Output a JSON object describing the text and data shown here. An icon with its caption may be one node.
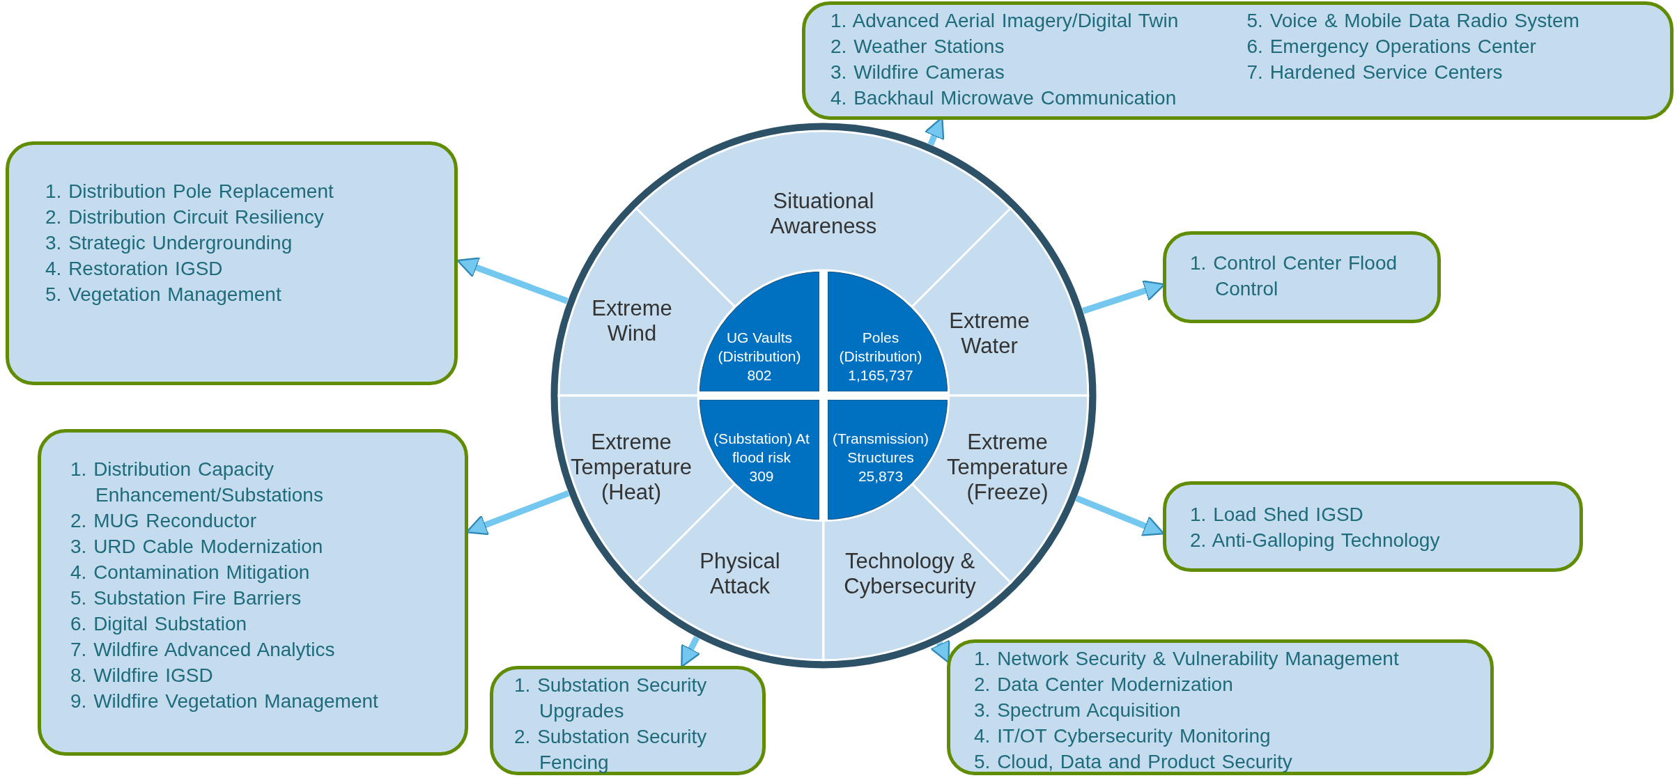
{
  "diagram": {
    "nodes": [
      {
        "text": [
          "1. Advanced Aerial Imagery/Digital Twin",
          "2. Weather Stations",
          "3. Wildfire Cameras",
          "4. Backhaul Microwave Communication",
          "5. Voice & Mobile Data Radio System",
          "6. Emergency Operations Center",
          "7. Hardened Service Centers"
        ]
      },
      {
        "text": [],
        "shape": "circle"
      },
      {
        "text": [
          "Situational Awareness"
        ],
        "in": 1
      },
      {
        "text": [
          "Extreme Wind"
        ],
        "in": 1
      },
      {
        "text": [
          "Extreme Water"
        ],
        "in": 1
      },
      {
        "text": [
          "Extreme Temperature (Heat)"
        ],
        "in": 1
      },
      {
        "text": [
          "Extreme Temperature (Freeze)"
        ],
        "in": 1
      },
      {
        "text": [
          "Physical Attack"
        ],
        "in": 1
      },
      {
        "text": [
          "Technology & Cybersecurity"
        ],
        "in": 1
      },
      {
        "text": [
          "UG Vaults (Distribution)",
          "802"
        ],
        "in": 1
      },
      {
        "text": [
          "Poles (Distribution)",
          "1,165,737"
        ],
        "in": 1
      },
      {
        "text": [
          "(Substation) At flood risk",
          "309"
        ],
        "in": 1
      },
      {
        "text": [
          "(Transmission) Structures",
          "25,873"
        ],
        "in": 1
      },
      {
        "text": [
          "1. Distribution Pole Replacement",
          "2. Distribution Circuit Resiliency",
          "3. Strategic Undergrounding",
          "4. Restoration IGSD",
          "5. Vegetation Management"
        ]
      },
      {
        "text": [
          "1. Control Center Flood Control"
        ]
      },
      {
        "text": [
          "1. Distribution Capacity Enhancement/Substations",
          "2. MUG Reconductor",
          "3. URD Cable Modernization",
          "4. Contamination Mitigation",
          "5. Substation Fire Barriers",
          "6. Digital Substation",
          "7. Wildfire Advanced Analytics",
          "8. Wildfire IGSD",
          "9. Wildfire Vegetation Management"
        ]
      },
      {
        "text": [
          "1. Load Shed IGSD",
          "2. Anti-Galloping Technology"
        ]
      },
      {
        "text": [
          "1. Substation Security Upgrades",
          "2. Substation Security Fencing"
        ]
      },
      {
        "text": [
          "1. Network Security & Vulnerability Management",
          "2. Data Center Modernization",
          "3. Spectrum Acquisition",
          "4. IT/OT Cybersecurity Monitoring",
          "5. Cloud, Data and Product Security"
        ]
      }
    ],
    "edges": [
      {
        "from": 2,
        "to": 0,
        "arrow": "to"
      },
      {
        "from": 3,
        "to": 13,
        "arrow": "to"
      },
      {
        "from": 4,
        "to": 14,
        "arrow": "to"
      },
      {
        "from": 5,
        "to": 15,
        "arrow": "to"
      },
      {
        "from": 6,
        "to": 16,
        "arrow": "to"
      },
      {
        "from": 7,
        "to": 17,
        "arrow": "to"
      },
      {
        "from": 8,
        "to": 18,
        "arrow": "to"
      }
    ]
  }
}
